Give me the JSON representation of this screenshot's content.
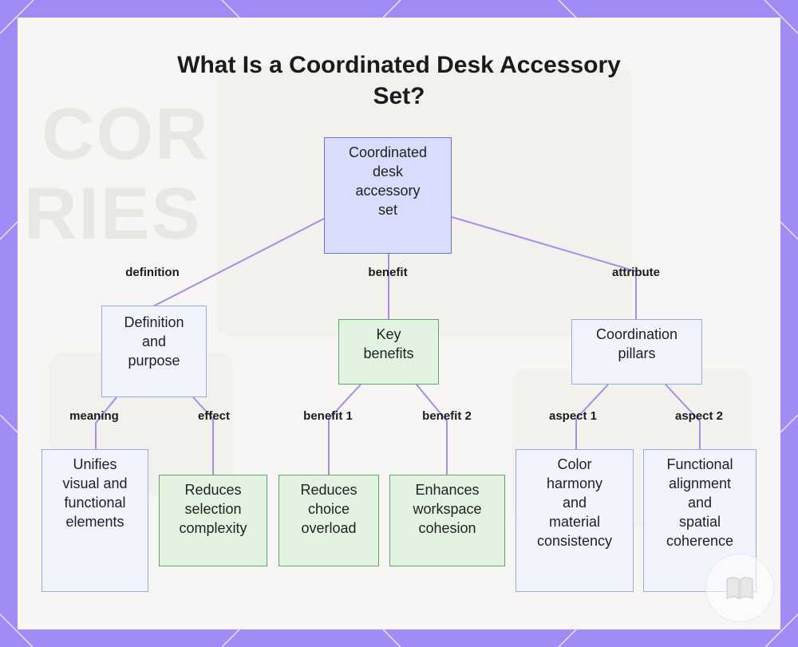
{
  "title": "What Is a Coordinated Desk Accessory Set?",
  "colors": {
    "frame": "#a18cf6",
    "edge": "#a58fe4",
    "root_fill": "#dadcfc",
    "blue_fill": "#f1f3fd",
    "green_fill": "#e3f3e1"
  },
  "background_text": [
    "COR",
    "RIES"
  ],
  "nodes": {
    "root": "Coordinated\ndesk\naccessory\nset",
    "definition": "Definition\nand\npurpose",
    "benefits": "Key\nbenefits",
    "pillars": "Coordination\npillars",
    "unifies": "Unifies\nvisual and\nfunctional\nelements",
    "reduces_selection": "Reduces\nselection\ncomplexity",
    "reduces_choice": "Reduces\nchoice\noverload",
    "enhances": "Enhances\nworkspace\ncohesion",
    "color": "Color\nharmony\nand\nmaterial\nconsistency",
    "functional": "Functional\nalignment\nand\nspatial\ncoherence"
  },
  "edge_labels": {
    "definition": "definition",
    "benefit": "benefit",
    "attribute": "attribute",
    "meaning": "meaning",
    "effect": "effect",
    "benefit1": "benefit 1",
    "benefit2": "benefit 2",
    "aspect1": "aspect 1",
    "aspect2": "aspect 2"
  },
  "watermark_icon": "book-icon"
}
